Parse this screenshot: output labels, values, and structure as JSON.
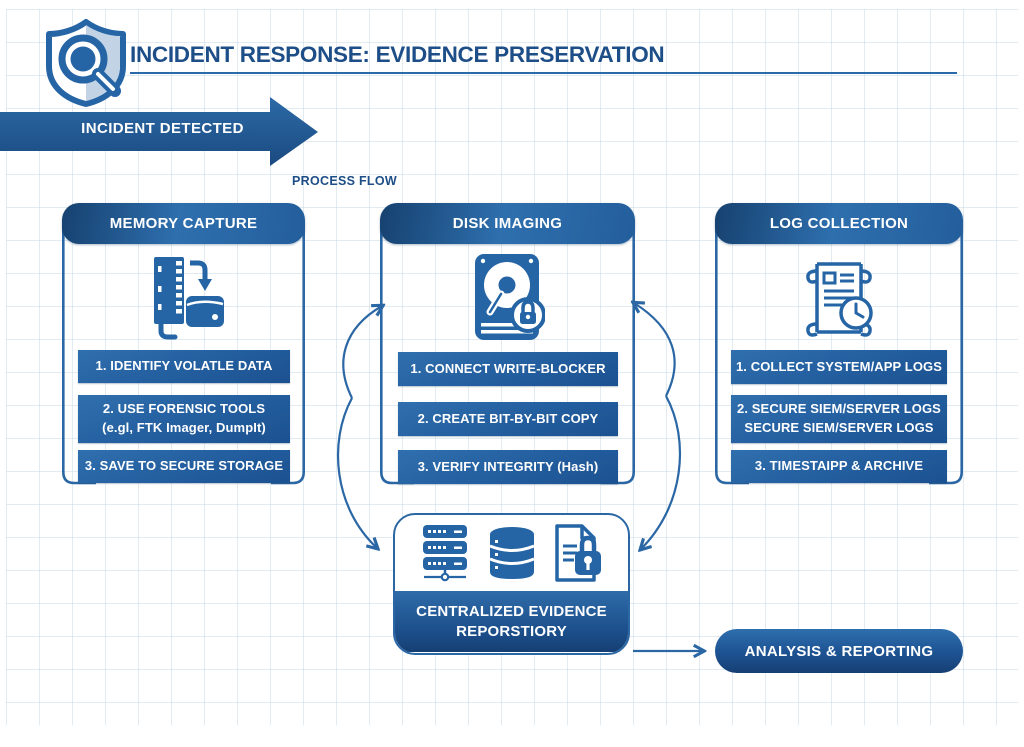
{
  "colors": {
    "accent": "#2565a5",
    "dark_navy": "#173f6f",
    "title_text": "#1d4e87",
    "mid_blue": "#2b67a4",
    "shield_tint": "#c2d3e6"
  },
  "header": {
    "title": "INCIDENT RESPONSE: EVIDENCE PRESERVATION",
    "logo_icon": "shield-magnifier-icon"
  },
  "banner": {
    "incident_label": "INCIDENT DETECTED",
    "process_flow_label": "PROCESS FLOW"
  },
  "columns": [
    {
      "title": "MEMORY CAPTURE",
      "icon": "ram-capture-icon",
      "steps": [
        {
          "text": "1. IDENTIFY VOLATLE DATA"
        },
        {
          "text": "2. USE FORENSIC TOOLS",
          "text2": "(e.gl, FTK Imager, DumpIt)"
        },
        {
          "text": "3. SAVE TO SECURE STORAGE"
        }
      ]
    },
    {
      "title": "DISK IMAGING",
      "icon": "hdd-lock-icon",
      "steps": [
        {
          "text": "1. CONNECT WRITE-BLOCKER"
        },
        {
          "text": "2.  CREATE BIT-BY-BIT COPY"
        },
        {
          "text": "3.  VERIFY INTEGRITY (Hash)"
        }
      ]
    },
    {
      "title": "LOG COLLECTION",
      "icon": "scroll-clock-icon",
      "steps": [
        {
          "text": "1. COLLECT SYSTEM/APP LOGS"
        },
        {
          "text": "2. SECURE SIEM/SERVER LOGS",
          "text2": "SECURE SIEM/SERVER LOGS"
        },
        {
          "text": "3. TIMESTAIPP & ARCHIVE"
        }
      ]
    }
  ],
  "repository": {
    "title_line1": "CENTRALIZED EVIDENCE",
    "title_line2": "REPORSTIORY",
    "icons": [
      "server-rack-icon",
      "database-icon",
      "locked-file-icon"
    ]
  },
  "analysis": {
    "label": "ANALYSIS & REPORTING"
  }
}
